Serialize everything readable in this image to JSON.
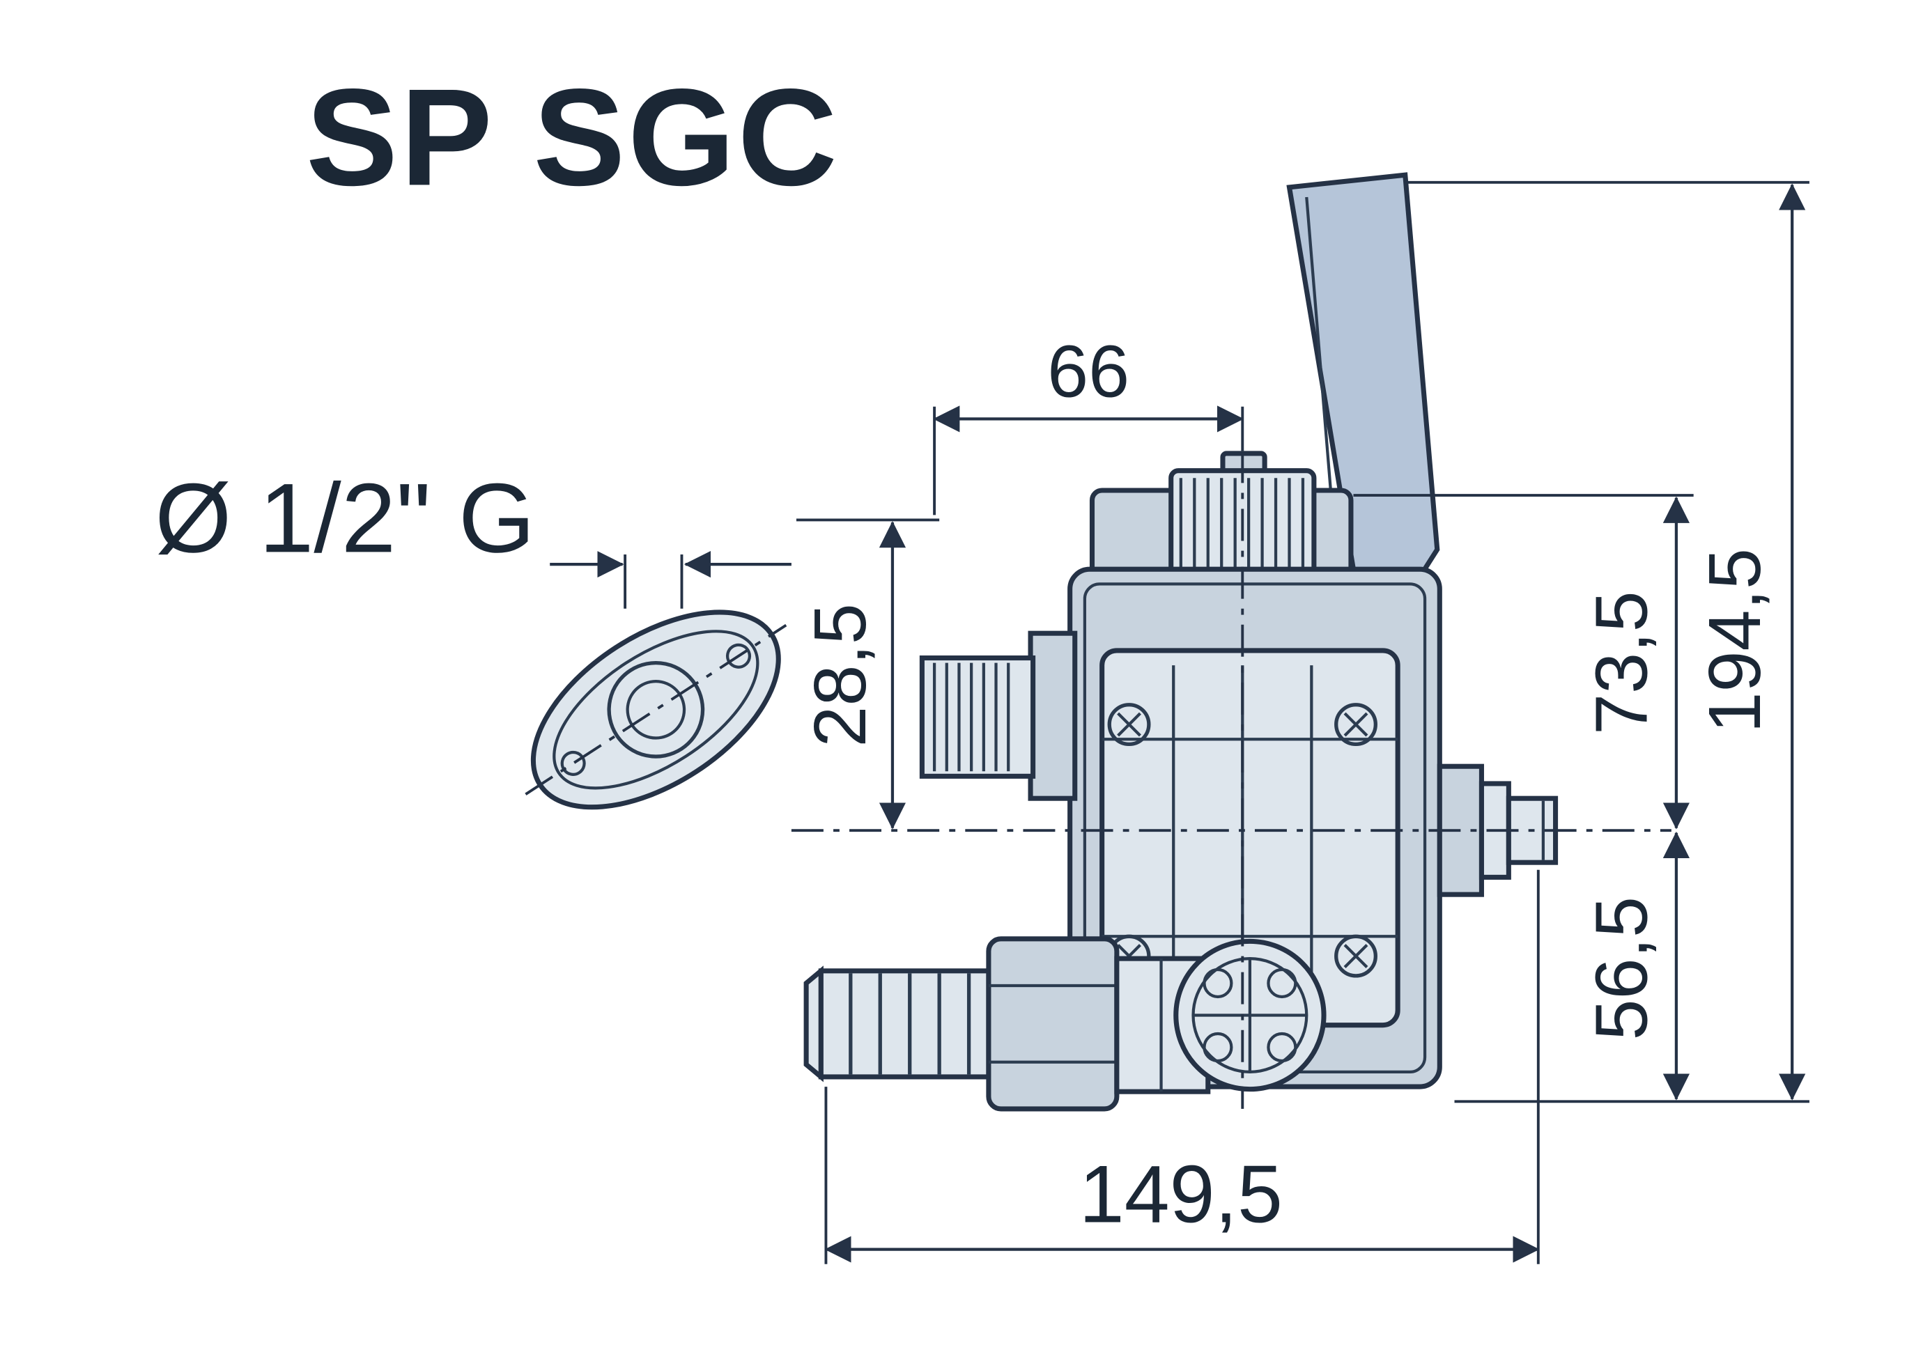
{
  "page": {
    "background": "#ffffff"
  },
  "diagram": {
    "title": "SP SGC",
    "port_label": "Ø 1/2\" G",
    "dims": {
      "top_width": "66",
      "inlet_offset": "28,5",
      "upper_height": "73,5",
      "total_height": "194,5",
      "lower_height": "56,5",
      "overall_length": "149,5"
    },
    "colors": {
      "line": "#253246",
      "body_fill": "#c8d3de",
      "body_fill_light": "#dee6ed",
      "lever_fill": "#b5c5d9",
      "text": "#1b2735"
    }
  }
}
